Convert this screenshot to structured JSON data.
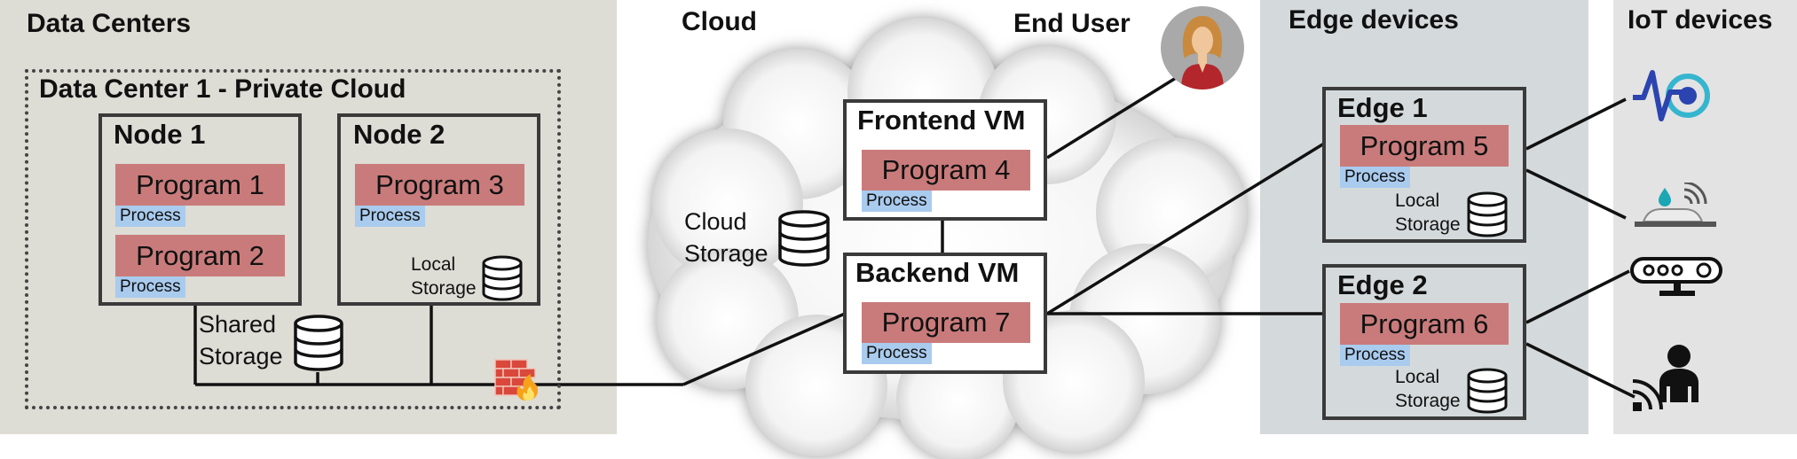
{
  "regions": {
    "data_centers": "Data Centers",
    "cloud": "Cloud",
    "end_user": "End User",
    "edge_devices": "Edge devices",
    "iot_devices": "IoT devices"
  },
  "data_center_1": {
    "title": "Data Center 1 - Private Cloud",
    "node1": {
      "title": "Node 1",
      "programs": [
        {
          "program": "Program 1",
          "process": "Process"
        },
        {
          "program": "Program 2",
          "process": "Process"
        }
      ]
    },
    "node2": {
      "title": "Node 2",
      "program": "Program 3",
      "process": "Process",
      "storage_line1": "Local",
      "storage_line2": "Storage"
    },
    "shared_storage_line1": "Shared",
    "shared_storage_line2": "Storage"
  },
  "cloud": {
    "storage_line1": "Cloud",
    "storage_line2": "Storage",
    "frontend": {
      "title": "Frontend VM",
      "program": "Program 4",
      "process": "Process"
    },
    "backend": {
      "title": "Backend VM",
      "program": "Program 7",
      "process": "Process"
    }
  },
  "edge1": {
    "title": "Edge 1",
    "program": "Program 5",
    "process": "Process",
    "storage_line1": "Local",
    "storage_line2": "Storage"
  },
  "edge2": {
    "title": "Edge 2",
    "program": "Program 6",
    "process": "Process",
    "storage_line1": "Local",
    "storage_line2": "Storage"
  },
  "colors": {
    "program": "#c97b7b",
    "process": "#a9cbee",
    "data_center_bg": "#dddcd5",
    "edge_bg": "#d4dadb",
    "iot_bg": "#e3e3e3",
    "firewall": "#d9483b",
    "wearable": "#2b44b0"
  },
  "icons": [
    "database-icon",
    "firewall-icon",
    "user-avatar-icon",
    "activity-tracker-icon",
    "smart-sensor-icon",
    "camera-sensor-icon",
    "person-wireless-icon"
  ]
}
